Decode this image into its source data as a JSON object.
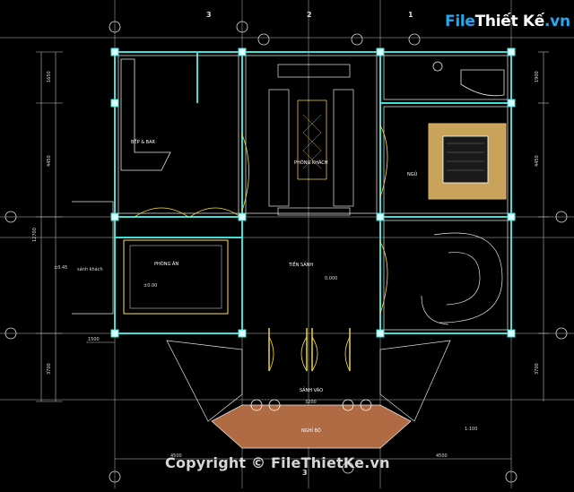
{
  "brand": {
    "part1": "File",
    "part2": "Thiết Kế",
    "part3": ".vn"
  },
  "copyright": "Copyright © FileThietKe.vn",
  "grid_bubbles": {
    "top": [
      "3",
      "2",
      "1"
    ],
    "bottom": [
      "3"
    ]
  },
  "rooms": {
    "kitchen": "BẾP & BAR",
    "living": "PHÒNG KHÁCH",
    "dining": "PHÒNG ĂN",
    "hall": "TIỀN SẢNH",
    "bedroom": "NGỦ",
    "porch": "SẢNH VÀO",
    "terrace": "NGHỈ BỘ",
    "sanh_khach": "sảnh khách"
  },
  "dims": {
    "left_top": "1650",
    "left_mid": "4450",
    "left_total": "12700",
    "left_bottom": "3700",
    "right_top": "1900",
    "right_mid": "4450",
    "right_bottom": "3700",
    "bottom_left": "4500",
    "bottom_right": "4500",
    "porch_width": "1500",
    "terrace_width": "3200"
  },
  "levels": {
    "entry": "±0.45",
    "dining": "±0.00",
    "hall": "0.000",
    "scale": "1:100"
  }
}
